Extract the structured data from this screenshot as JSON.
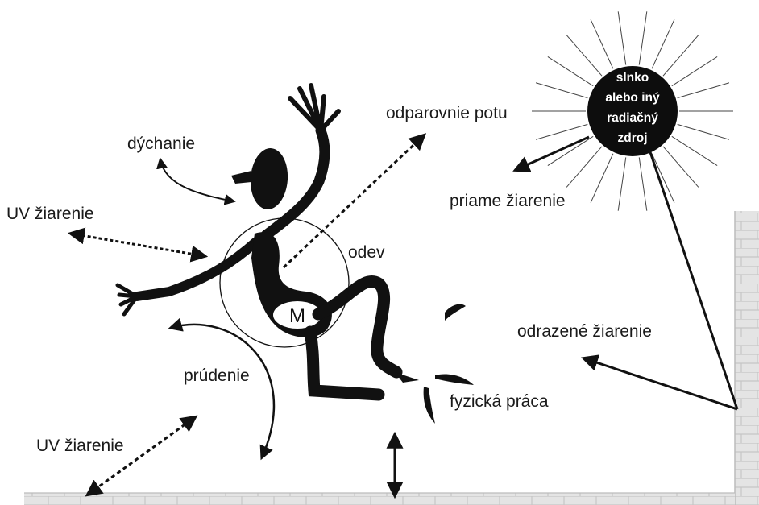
{
  "labels": {
    "sweat": "odparovnie potu",
    "breathing": "dýchanie",
    "uv_top": "UV žiarenie",
    "clothing": "odev",
    "direct_radiation": "priame žiarenie",
    "reflected_radiation": "odrazené žiarenie",
    "convection": "prúdenie",
    "physical_work": "fyzická práca",
    "uv_bottom": "UV žiarenie",
    "metabolism": "M"
  },
  "sun": {
    "lines": [
      "slnko",
      "alebo iný",
      "radiačný",
      "zdroj"
    ]
  },
  "colors": {
    "ink": "#111111",
    "wall": "#d9d9d9",
    "background": "#ffffff"
  }
}
